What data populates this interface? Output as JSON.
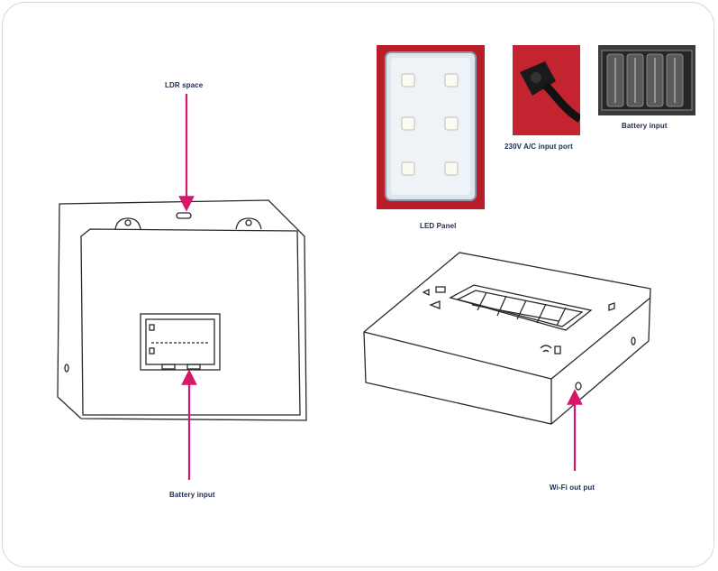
{
  "labels": {
    "ldr_space": "LDR space",
    "battery_input_bottom": "Battery input",
    "led_panel": "LED Panel",
    "ac_input_port": "230V A/C input port",
    "battery_input_photo": "Battery input",
    "wifi_output": "Wi-Fi out put"
  },
  "colors": {
    "arrow": "#d6176a",
    "label_text": "#1d2b4f",
    "line_art": "#2a2a2a",
    "photo_red": "#b81e2a"
  },
  "icons": [
    "arrow-up-icon",
    "arrow-down-icon",
    "led-chip-icon",
    "power-plug-icon",
    "battery-cell-icon",
    "wifi-icon"
  ]
}
